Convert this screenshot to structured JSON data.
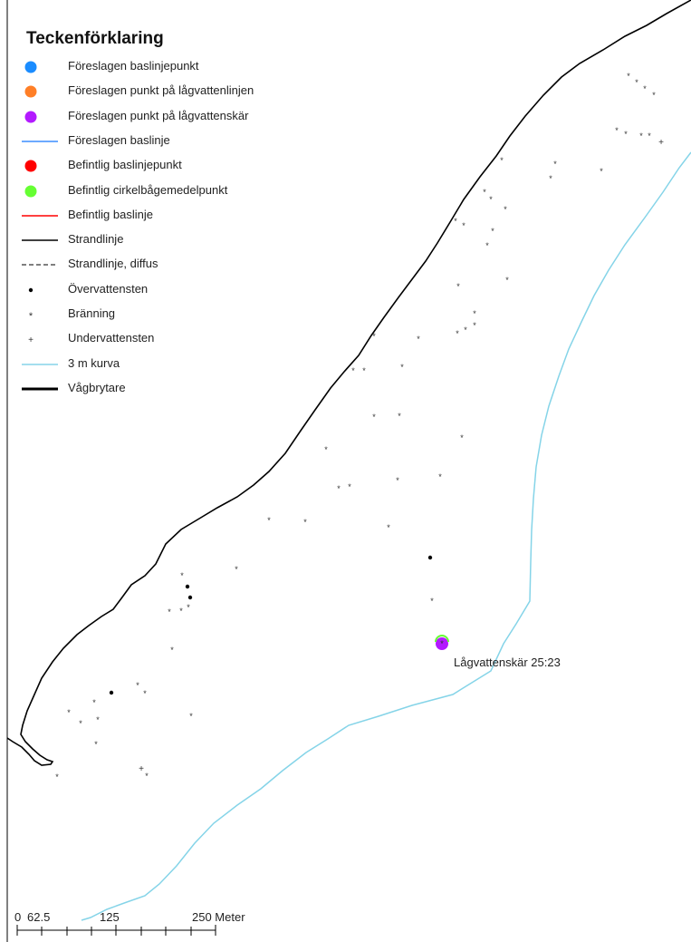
{
  "legend": {
    "title": "Teckenförklaring",
    "items": [
      {
        "label": "Föreslagen baslinjepunkt",
        "symbol": "dot",
        "color": "#1a8cff"
      },
      {
        "label": "Föreslagen punkt på lågvattenlinjen",
        "symbol": "dot",
        "color": "#ff7f27"
      },
      {
        "label": "Föreslagen punkt på lågvattenskär",
        "symbol": "dot",
        "color": "#b31aff"
      },
      {
        "label": "Föreslagen baslinje",
        "symbol": "line",
        "color": "#3c8dff"
      },
      {
        "label": "Befintlig baslinjepunkt",
        "symbol": "dot",
        "color": "#ff0000"
      },
      {
        "label": "Befintlig cirkelbågemedelpunkt",
        "symbol": "dot",
        "color": "#66ff33"
      },
      {
        "label": "Befintlig baslinje",
        "symbol": "line",
        "color": "#ff0000"
      },
      {
        "label": "Strandlinje",
        "symbol": "line",
        "color": "#000000"
      },
      {
        "label": "Strandlinje, diffus",
        "symbol": "dashed-line",
        "color": "#555555"
      },
      {
        "label": "Övervattensten",
        "symbol": "small-dot",
        "color": "#000000"
      },
      {
        "label": "Bränning",
        "symbol": "asterisk",
        "color": "#333333"
      },
      {
        "label": "Undervattensten",
        "symbol": "plus",
        "color": "#333333"
      },
      {
        "label": "3 m kurva",
        "symbol": "line",
        "color": "#85d4e8"
      },
      {
        "label": "Vågbrytare",
        "symbol": "thick-line",
        "color": "#000000"
      }
    ]
  },
  "map": {
    "feature_label": "Lågvattenskär 25:23",
    "colors": {
      "shoreline": "#000000",
      "depth_curve": "#85d4e8",
      "point_purple": "#b31aff",
      "point_green": "#66ff33"
    }
  },
  "scale_bar": {
    "ticks": [
      "0",
      "62.5",
      "125",
      "250 Meter"
    ]
  }
}
